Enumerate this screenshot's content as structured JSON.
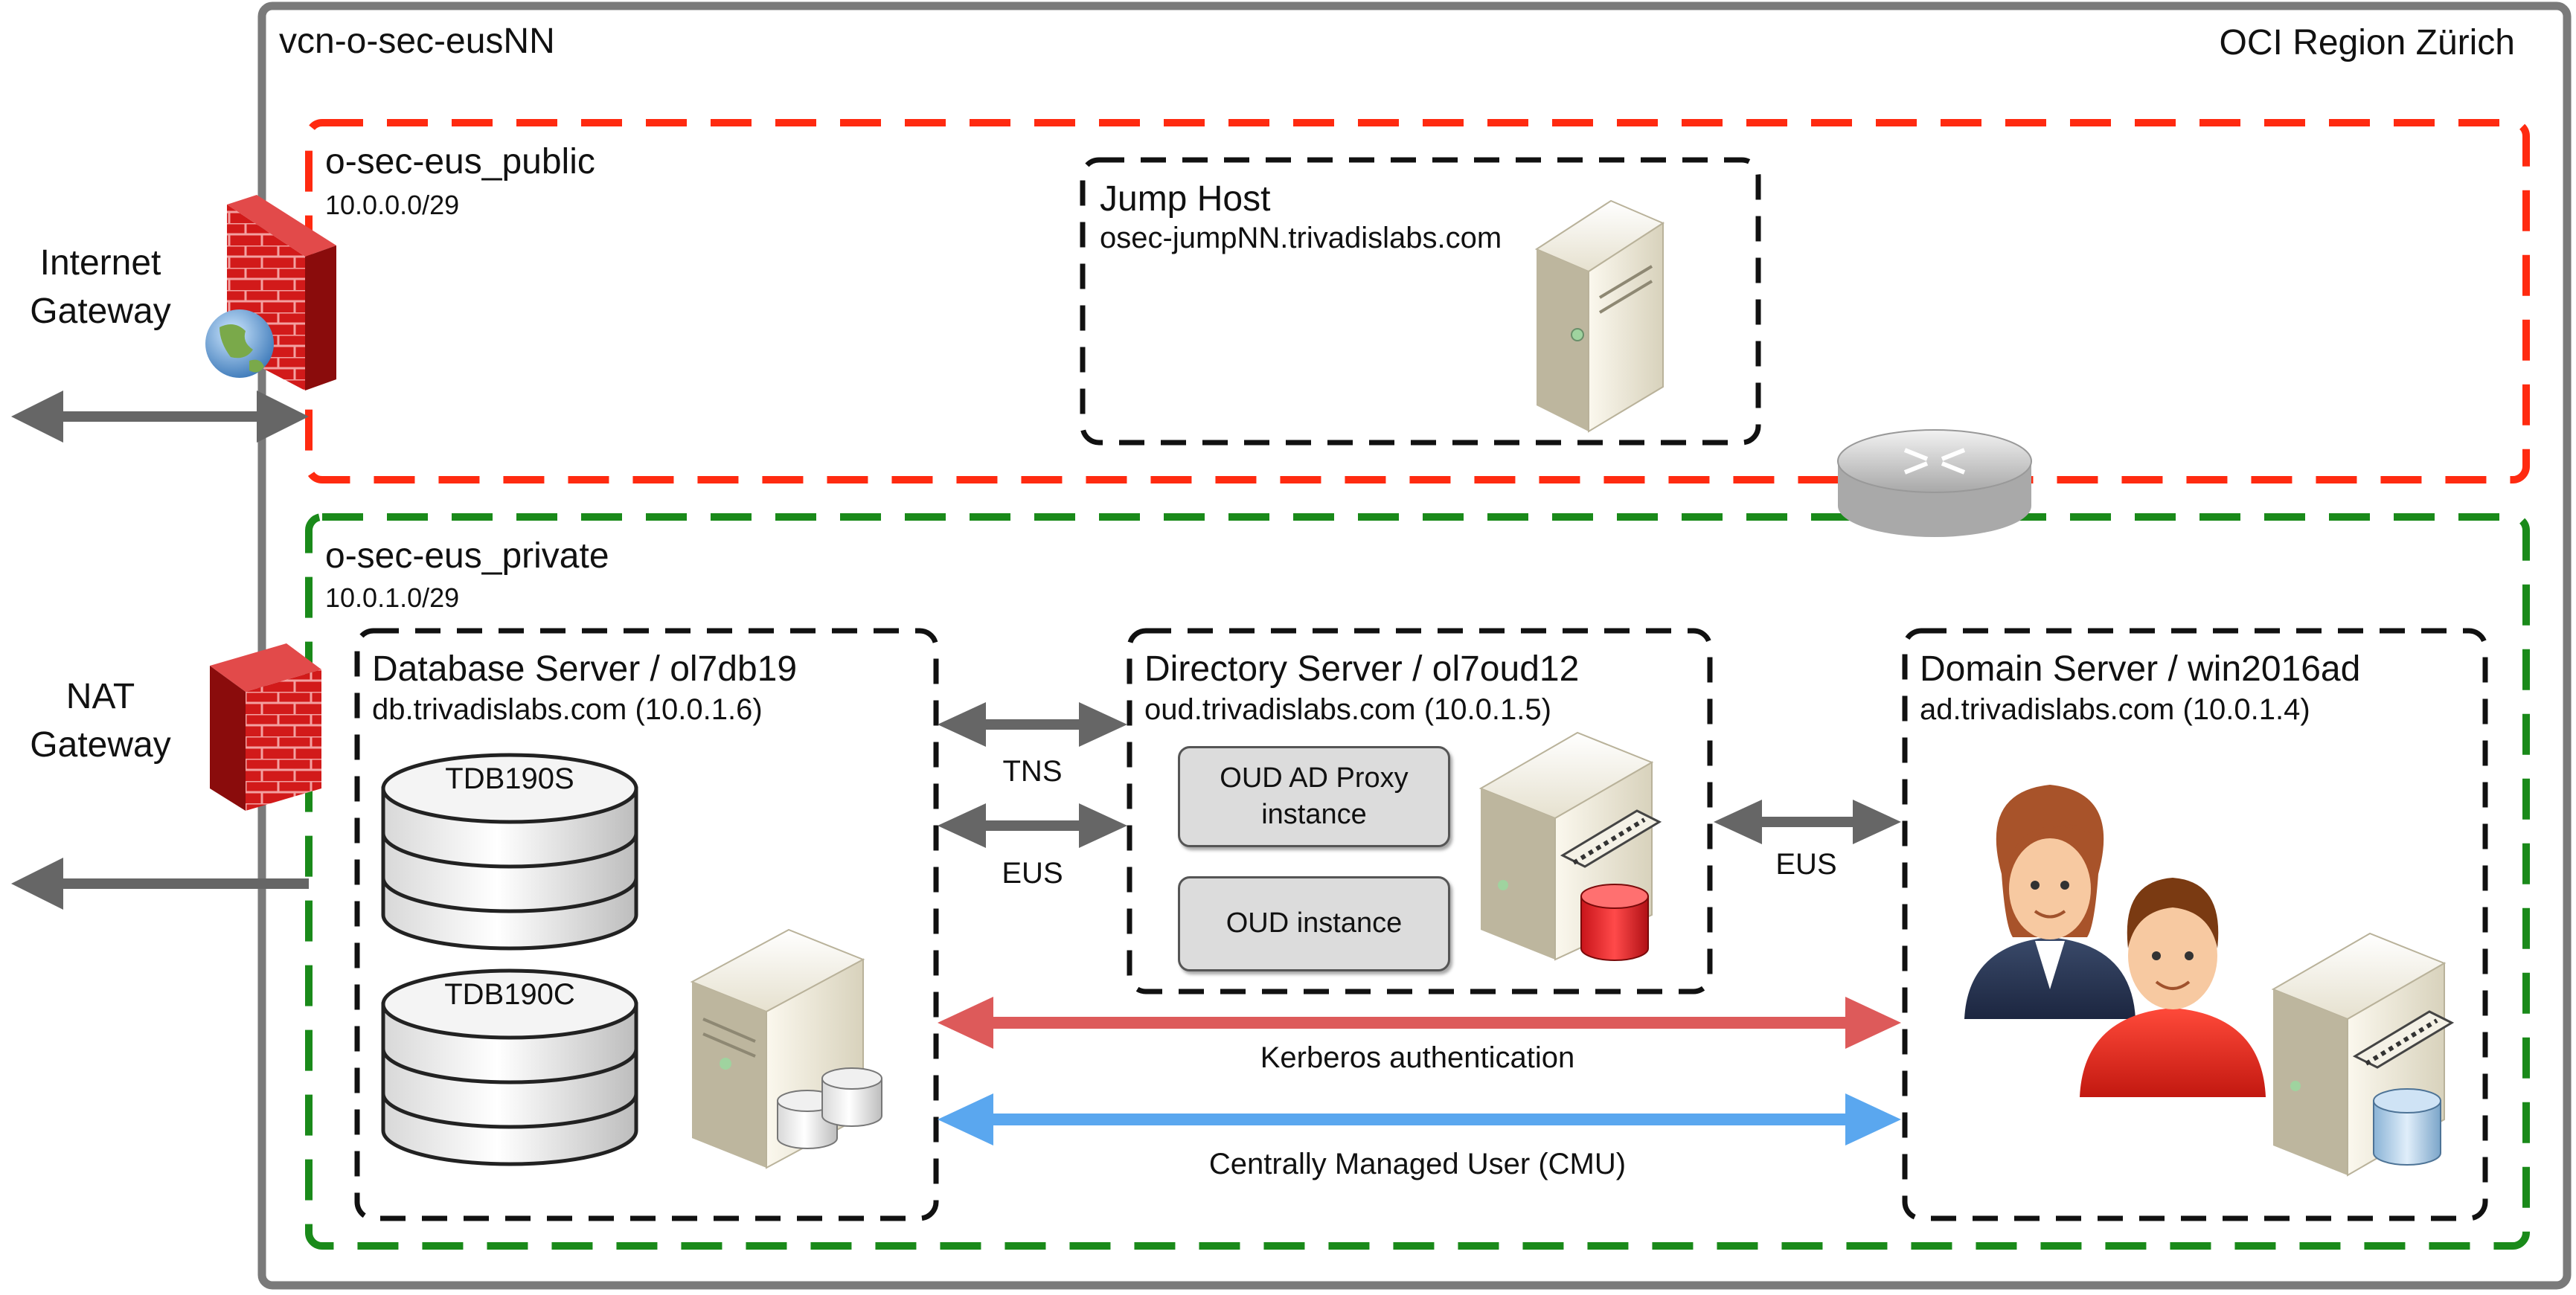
{
  "vcn": {
    "name": "vcn-o-sec-eusNN",
    "region": "OCI Region Zürich"
  },
  "gateways": {
    "internet": "Internet\nGateway",
    "nat": "NAT\nGateway"
  },
  "subnets": {
    "public": {
      "name": "o-sec-eus_public",
      "cidr": "10.0.0.0/29",
      "color": "#ff2a10"
    },
    "private": {
      "name": "o-sec-eus_private",
      "cidr": "10.0.1.0/29",
      "color": "#1a8a1a"
    }
  },
  "hosts": {
    "jump": {
      "title": "Jump Host",
      "fqdn": "osec-jumpNN.trivadislabs.com"
    },
    "database": {
      "title": "Database Server / ol7db19",
      "fqdn": "db.trivadislabs.com (10.0.1.6)",
      "databases": [
        "TDB190S",
        "TDB190C"
      ]
    },
    "directory": {
      "title": "Directory Server / ol7oud12",
      "fqdn": "oud.trivadislabs.com (10.0.1.5)",
      "instances": [
        "OUD AD Proxy\ninstance",
        "OUD instance"
      ]
    },
    "domain": {
      "title": "Domain Server / win2016ad",
      "fqdn": "ad.trivadislabs.com (10.0.1.4)"
    }
  },
  "connections": {
    "tns": "TNS",
    "eus_db": "EUS",
    "eus_ad": "EUS",
    "kerberos": {
      "label": "Kerberos authentication",
      "color": "#dd5a5a"
    },
    "cmu": {
      "label": "Centrally Managed User (CMU)",
      "color": "#5aa7ef"
    }
  }
}
